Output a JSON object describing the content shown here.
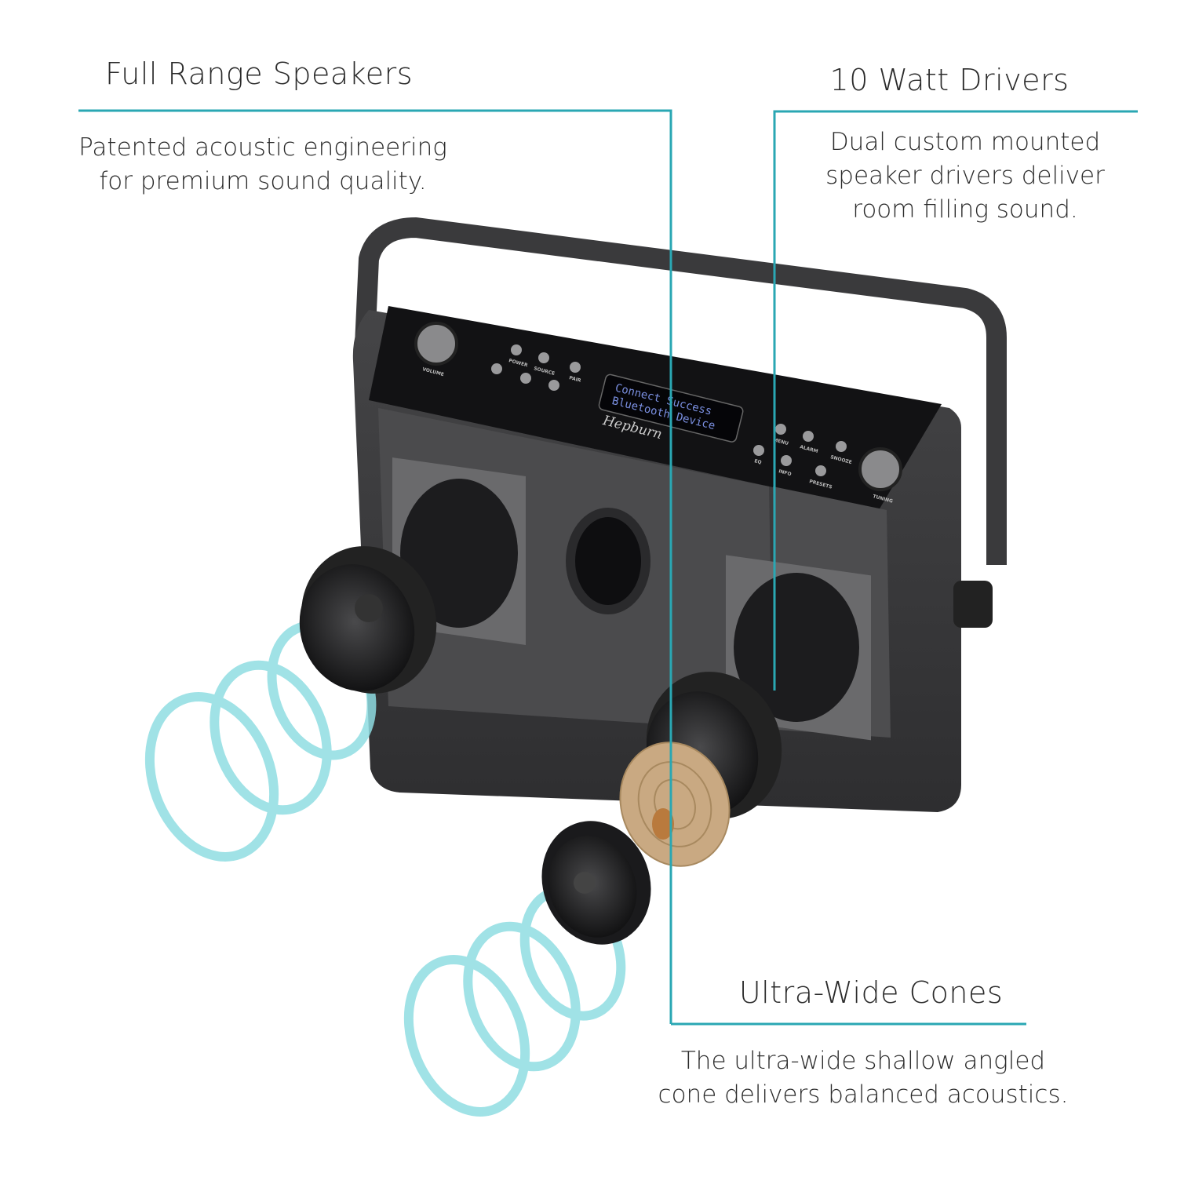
{
  "features": [
    {
      "title": "Full Range Speakers",
      "description": [
        "Patented acoustic engineering",
        "for premium sound quality."
      ]
    },
    {
      "title": "10 Watt Drivers",
      "description": [
        "Dual custom mounted",
        "speaker drivers deliver",
        "room filling sound."
      ]
    },
    {
      "title": "Ultra-Wide Cones",
      "description": [
        "The ultra-wide shallow angled",
        "cone delivers balanced acoustics."
      ]
    }
  ],
  "product": {
    "brand": "Hepburn",
    "display_lines": [
      "Connect Success",
      "Bluetooth Device"
    ],
    "left_buttons": [
      "POWER",
      "SOURCE",
      "PAIR"
    ],
    "right_buttons": [
      "MENU",
      "ALARM",
      "SNOOZE",
      "EQ",
      "INFO",
      "PRESETS"
    ],
    "knob_labels": [
      "VOLUME",
      "TUNING"
    ]
  },
  "colors": {
    "accent": "#2aa7b3",
    "wave": "#7fd6dc",
    "body": "#3a3a3c",
    "cone": "#c9a982"
  }
}
